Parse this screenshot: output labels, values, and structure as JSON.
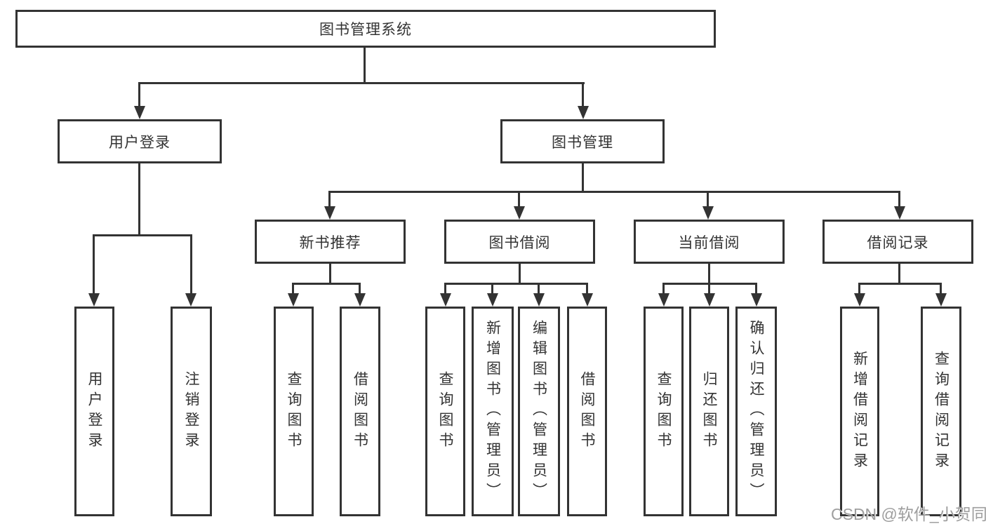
{
  "diagram": {
    "root": {
      "label": "图书管理系统"
    },
    "level2": [
      {
        "label": "用户登录"
      },
      {
        "label": "图书管理"
      }
    ],
    "level3": [
      {
        "label": "新书推荐"
      },
      {
        "label": "图书借阅"
      },
      {
        "label": "当前借阅"
      },
      {
        "label": "借阅记录"
      }
    ],
    "leaves": {
      "user_login": [
        {
          "label": "用户登录"
        },
        {
          "label": "注销登录"
        }
      ],
      "new_book": [
        {
          "label": "查询图书"
        },
        {
          "label": "借阅图书"
        }
      ],
      "book_borrow": [
        {
          "label": "查询图书"
        },
        {
          "label": "新增图书（管理员）"
        },
        {
          "label": "编辑图书（管理员）"
        },
        {
          "label": "借阅图书"
        }
      ],
      "current_borrow": [
        {
          "label": "查询图书"
        },
        {
          "label": "归还图书"
        },
        {
          "label": "确认归还（管理员）"
        }
      ],
      "borrow_records": [
        {
          "label": "新增借阅记录"
        },
        {
          "label": "查询借阅记录"
        }
      ]
    }
  },
  "watermark": {
    "text": "CSDN @软件_小贺同学"
  },
  "colors": {
    "line": "#333333",
    "text": "#333333",
    "watermark": "#9e9e9e",
    "background": "#ffffff"
  }
}
